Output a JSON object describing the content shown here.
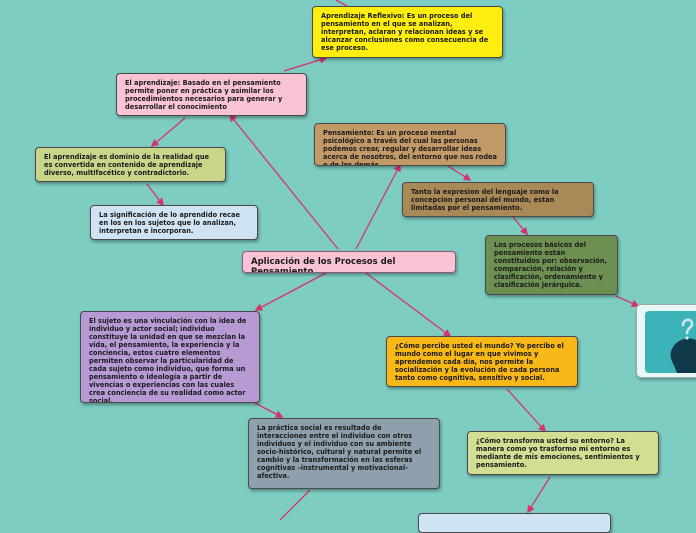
{
  "nodes": {
    "central": "Aplicación de los Procesos del Pensamiento",
    "reflexivo": "Aprendizaje Reflexivo: Es un proceso del pensamiento en el que se analizan, interpretan, aclaran y relacionan ideas y se alcanzar conclusiones como consecuencia de ese proceso.",
    "aprendizaje": "El aprendizaje: Basado en el pensamiento permite poner en práctica y asimilar los procedimientos necesarios para generar y desarrollar el conocimiento",
    "dominio": "El aprendizaje es dominio de la realidad que es convertida en contenido de aprendizaje diverso, multifacético y contradictorio.",
    "significacion": "La significación de lo aprendido recae en los en los sujetos que lo analizan, interpretan e incorporan.",
    "pensamiento": "Pensamiento: Es un proceso mental psicológico a través del cual las personas podemos crear, regular y desarrollar ideas acerca de nosotros, del entorno que nos rodea o de los demás.",
    "expresion": "Tanto la expresion del lenguaje como la concepcion personal del mundo, estan limitadas por el pensamiento.",
    "procesos_basicos": "Los procesos básicos del pensamiento están constituidos por: observación, comparación, relación y clasificación, ordenamiento y clasificación jerárquica.",
    "sujeto": "El sujeto es una vinculación con la idea de individuo y actor social; individuo constituye la unidad en que se mezclan la vida, el pensamiento, la experiencia y la conciencia, estos cuatro elementos permiten observar la particularidad de cada sujeto como individuo, que forma un pensamiento o ideología a partir de vivencias o experiencias con las cuales crea conciencia de su realidad como actor social.",
    "practica_social": "La práctica social es resultado de interacciones entre el individuo con otros individuos y el individuo con su ambiente socio-histórico, cultural y natural permite el cambio y la transformación en las esferas cognitivas –instrumental y motivacional-afectiva.",
    "percibe": "¿Cómo percibe usted el mundo? Yo percibo el mundo como el lugar en que vivimos y aprendemos cada día, nos permite la socialización y la evolución de cada persona tanto como cognitiva, sensitivo y social.",
    "transforma": "¿Cómo transforma usted su entorno? La manera como yo trasformo mi entorno es mediante de mis emociones, sentimientos y pensamiento."
  },
  "colors": {
    "background": "#7ecdc3",
    "connector": "#d6336c",
    "yellow": "#ffee10",
    "pink": "#f8c4d4",
    "olive": "#c8d68a",
    "light_blue": "#cfe3f3",
    "tan": "#c29a68",
    "brown": "#a98a56",
    "green": "#6e8f52",
    "purple": "#b79ad3",
    "slate": "#8ea0ad",
    "orange": "#f8b818",
    "light_olive": "#d3de93"
  },
  "icons": {
    "image_node": "question-head-illustration"
  }
}
